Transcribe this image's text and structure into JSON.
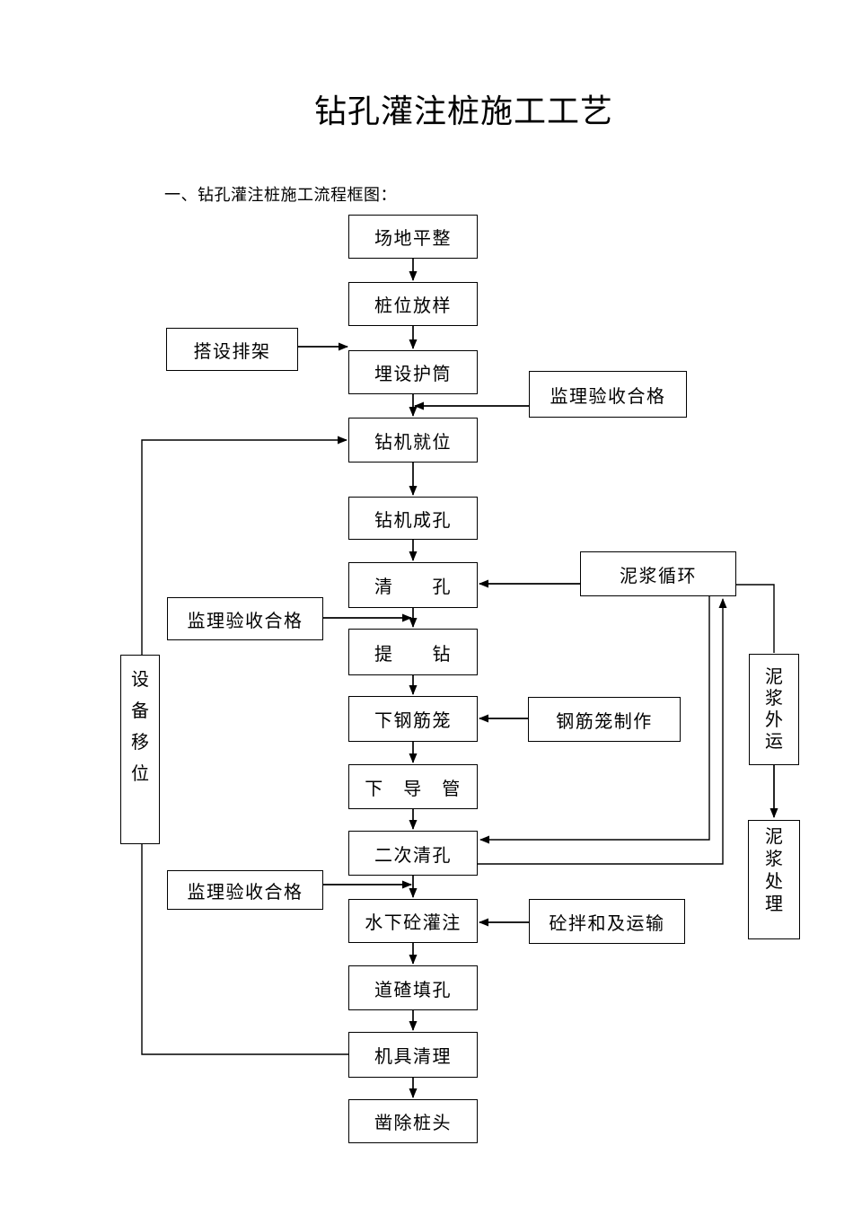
{
  "page": {
    "title": "钻孔灌注桩施工工艺",
    "section_heading": "一、钻孔灌注桩施工流程框图："
  },
  "flowchart": {
    "main_steps": [
      {
        "label": "场地平整"
      },
      {
        "label": "桩位放样"
      },
      {
        "label": "埋设护筒"
      },
      {
        "label": "钻机就位"
      },
      {
        "label": "钻机成孔"
      },
      {
        "label": "清　　孔"
      },
      {
        "label": "提　　钻"
      },
      {
        "label": "下　导　管"
      },
      {
        "label": "二次清孔"
      },
      {
        "label": "水下砼灌注"
      },
      {
        "label": "道碴填孔"
      },
      {
        "label": "机具清理"
      },
      {
        "label": "凿除桩头"
      },
      {
        "label": "下钢筋笼"
      }
    ],
    "side_boxes": [
      {
        "label": "搭设排架"
      },
      {
        "label": "监理验收合格"
      },
      {
        "label": "泥浆循环"
      },
      {
        "label": "监理验收合格"
      },
      {
        "label": "钢筋笼制作"
      },
      {
        "label": "设\n备\n移\n位"
      },
      {
        "label": "泥\n浆\n外\n运"
      },
      {
        "label": "泥\n浆\n处\n理"
      },
      {
        "label": "监理验收合格"
      },
      {
        "label": "砼拌和及运输"
      }
    ],
    "edges": [
      "场地平整→桩位放样",
      "桩位放样→埋设护筒",
      "搭设排架→埋设护筒",
      "埋设护筒→钻机就位",
      "监理验收合格→(埋设护筒→钻机就位)",
      "钻机就位→钻机成孔",
      "钻机成孔→清孔",
      "泥浆循环→清孔",
      "清孔→提钻",
      "监理验收合格→(清孔→提钻)",
      "提钻→下钢筋笼",
      "钢筋笼制作→下钢筋笼",
      "下钢筋笼→下导管",
      "下导管→二次清孔",
      "泥浆循环→二次清孔",
      "二次清孔→泥浆循环",
      "二次清孔→水下砼灌注",
      "监理验收合格→(二次清孔→水下砼灌注)",
      "砼拌和及运输→水下砼灌注",
      "泥浆循环→泥浆外运",
      "泥浆外运→泥浆处理",
      "水下砼灌注→道碴填孔",
      "道碴填孔→机具清理",
      "机具清理→凿除桩头",
      "机具清理→设备移位→钻机就位"
    ],
    "colors": {
      "line": "#000000",
      "box_border": "#000000",
      "text": "#000000",
      "background": "#ffffff"
    }
  }
}
